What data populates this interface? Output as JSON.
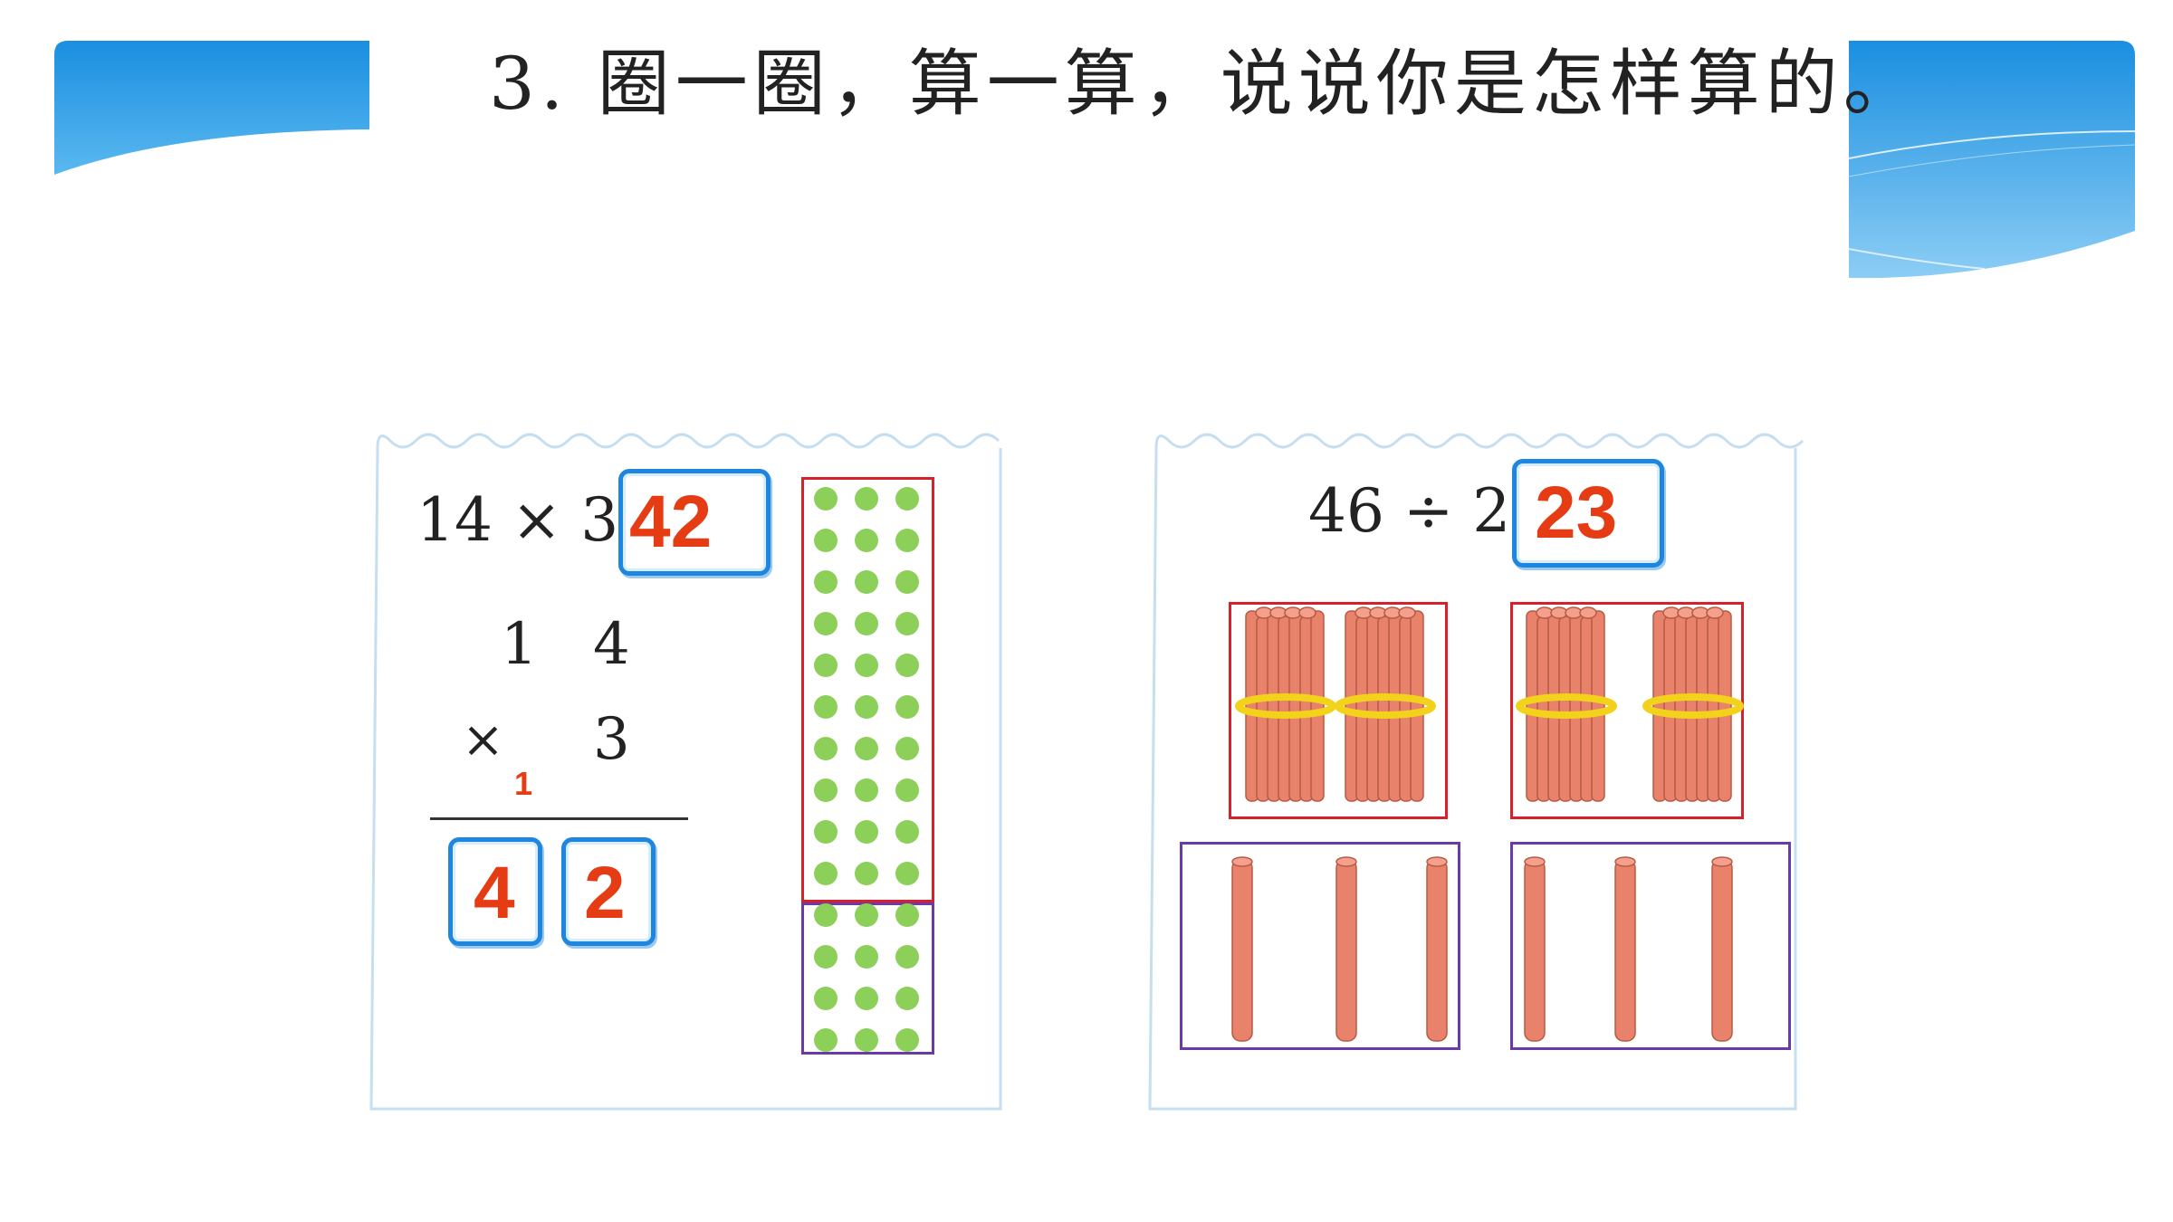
{
  "slide": {
    "title": "3. 圈一圈，算一算，说说你是怎样算的。"
  },
  "left_card": {
    "equation": "14 × 3=",
    "answer": "42",
    "vertical": {
      "top_tens": "1",
      "top_ones": "4",
      "operator": "×",
      "multiplier": "3",
      "carry": "1",
      "result_tens": "4",
      "result_ones": "2"
    },
    "dot_rows_circled_red": 10,
    "dot_rows_circled_purple": 4,
    "dots_per_row": 3,
    "dot_color": "#8cd05a"
  },
  "right_card": {
    "equation": "46 ÷ 2=",
    "answer": "23",
    "bundles_per_group": 2,
    "singles_per_group": 3,
    "stick_color": "#e9826a",
    "band_color": "#f2d21a"
  },
  "colors": {
    "accent_blue": "#1f86e0",
    "answer_red": "#e63c14",
    "circle_red": "#d8202a",
    "circle_purple": "#6a3aa8"
  }
}
